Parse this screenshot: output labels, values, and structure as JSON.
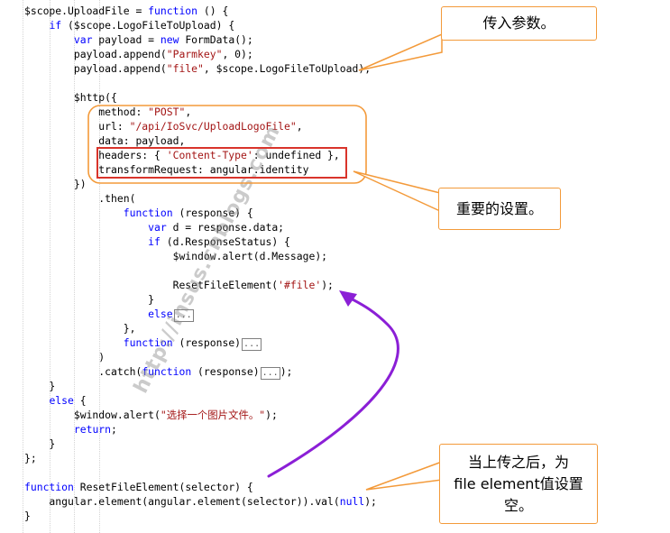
{
  "code": {
    "lines": [
      [
        {
          "t": "$scope.UploadFile = "
        },
        {
          "t": "function",
          "c": "kw"
        },
        {
          "t": " () {"
        }
      ],
      [
        {
          "t": "    "
        },
        {
          "t": "if",
          "c": "kw"
        },
        {
          "t": " ($scope.LogoFileToUpload) {"
        }
      ],
      [
        {
          "t": "        "
        },
        {
          "t": "var",
          "c": "kw"
        },
        {
          "t": " payload = "
        },
        {
          "t": "new",
          "c": "kw"
        },
        {
          "t": " FormData();"
        }
      ],
      [
        {
          "t": "        payload.append("
        },
        {
          "t": "\"Parmkey\"",
          "c": "str"
        },
        {
          "t": ", 0);"
        }
      ],
      [
        {
          "t": "        payload.append("
        },
        {
          "t": "\"file\"",
          "c": "str"
        },
        {
          "t": ", $scope.LogoFileToUpload);"
        }
      ],
      [],
      [
        {
          "t": "        $http({"
        }
      ],
      [
        {
          "t": "            method: "
        },
        {
          "t": "\"POST\"",
          "c": "str"
        },
        {
          "t": ","
        }
      ],
      [
        {
          "t": "            url: "
        },
        {
          "t": "\"/api/IoSvc/UploadLogoFile\"",
          "c": "str"
        },
        {
          "t": ","
        }
      ],
      [
        {
          "t": "            data: payload,"
        }
      ],
      [
        {
          "t": "            headers: { "
        },
        {
          "t": "'Content-Type'",
          "c": "str"
        },
        {
          "t": ": undefined },"
        }
      ],
      [
        {
          "t": "            transformRequest: angular.identity"
        }
      ],
      [
        {
          "t": "        })"
        }
      ],
      [
        {
          "t": "            .then("
        }
      ],
      [
        {
          "t": "                "
        },
        {
          "t": "function",
          "c": "kw"
        },
        {
          "t": " (response) {"
        }
      ],
      [
        {
          "t": "                    "
        },
        {
          "t": "var",
          "c": "kw"
        },
        {
          "t": " d = response.data;"
        }
      ],
      [
        {
          "t": "                    "
        },
        {
          "t": "if",
          "c": "kw"
        },
        {
          "t": " (d.ResponseStatus) {"
        }
      ],
      [
        {
          "t": "                        $window.alert(d.Message);"
        }
      ],
      [],
      [
        {
          "t": "                        ResetFileElement("
        },
        {
          "t": "'#file'",
          "c": "str"
        },
        {
          "t": ");"
        }
      ],
      [
        {
          "t": "                    }"
        }
      ],
      [
        {
          "t": "                    "
        },
        {
          "t": "else",
          "c": "kw"
        },
        {
          "t": "...",
          "c": "fold"
        }
      ],
      [
        {
          "t": "                },"
        }
      ],
      [
        {
          "t": "                "
        },
        {
          "t": "function",
          "c": "kw"
        },
        {
          "t": " (response)"
        },
        {
          "t": "...",
          "c": "fold"
        }
      ],
      [
        {
          "t": "            )"
        }
      ],
      [
        {
          "t": "            .catch("
        },
        {
          "t": "function",
          "c": "kw"
        },
        {
          "t": " (response)"
        },
        {
          "t": "...",
          "c": "fold"
        },
        {
          "t": ");"
        }
      ],
      [
        {
          "t": "    }"
        }
      ],
      [
        {
          "t": "    "
        },
        {
          "t": "else",
          "c": "kw"
        },
        {
          "t": " {"
        }
      ],
      [
        {
          "t": "        $window.alert("
        },
        {
          "t": "\"选择一个图片文件。\"",
          "c": "str"
        },
        {
          "t": ");"
        }
      ],
      [
        {
          "t": "        "
        },
        {
          "t": "return",
          "c": "kw"
        },
        {
          "t": ";"
        }
      ],
      [
        {
          "t": "    }"
        }
      ],
      [
        {
          "t": "};"
        }
      ],
      [],
      [
        {
          "t": "function",
          "c": "kw"
        },
        {
          "t": " ResetFileElement(selector) {"
        }
      ],
      [
        {
          "t": "    angular.element(angular.element(selector)).val("
        },
        {
          "t": "null",
          "c": "kw"
        },
        {
          "t": ");"
        }
      ],
      [
        {
          "t": "}"
        }
      ]
    ]
  },
  "callouts": {
    "params": "传入参数。",
    "important": "重要的设置。",
    "reset_line1": "当上传之后，为",
    "reset_line2": "file element值设置",
    "reset_line3": "空。"
  },
  "watermark": "http://insus.cnblogs.com",
  "colors": {
    "keyword": "#0000ff",
    "string": "#a31515",
    "callout_border": "#f39a3a",
    "highlight_box": "#d9342b",
    "arrow": "#8b1fd6"
  }
}
